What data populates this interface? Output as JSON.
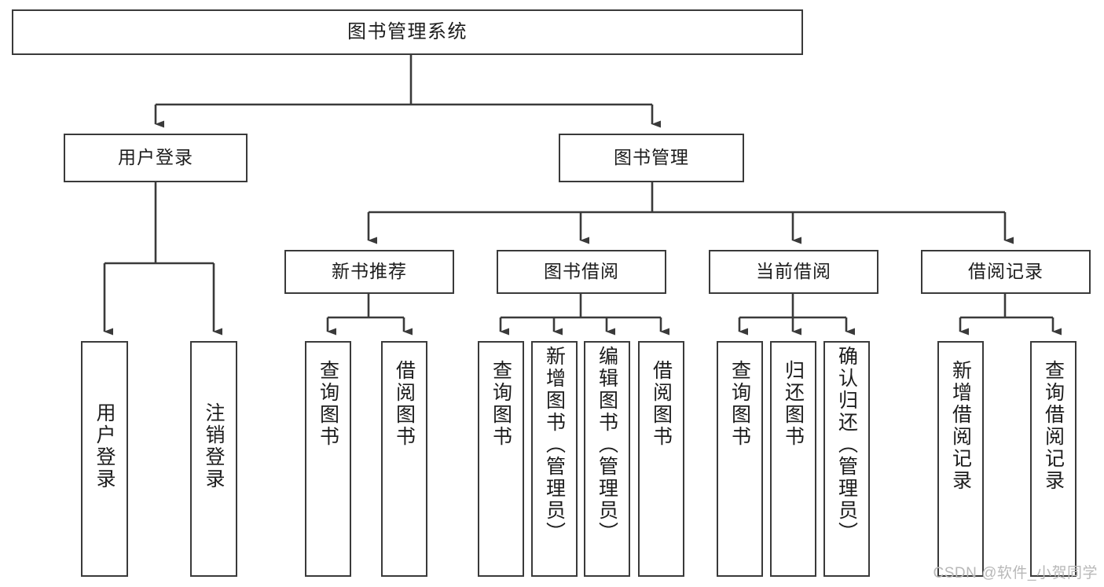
{
  "diagram": {
    "title": "图书管理系统",
    "watermark": "CSDN @软件_小贺同学",
    "colors": {
      "stroke": "#3a3a3a",
      "fill": "#ffffff",
      "text": "#1c1c1c",
      "watermark": "#b8b8b8"
    },
    "root": {
      "label": "图书管理系统"
    },
    "level2": [
      {
        "label": "用户登录"
      },
      {
        "label": "图书管理"
      }
    ],
    "level3": [
      {
        "label": "新书推荐"
      },
      {
        "label": "图书借阅"
      },
      {
        "label": "当前借阅"
      },
      {
        "label": "借阅记录"
      }
    ],
    "leaves": {
      "user_login": [
        {
          "label": "用户登录"
        },
        {
          "label": "注销登录"
        }
      ],
      "new_book_recommend": [
        {
          "label": "查询图书"
        },
        {
          "label": "借阅图书"
        }
      ],
      "book_borrow": [
        {
          "label": "查询图书"
        },
        {
          "label": "新增图书（管理员）"
        },
        {
          "label": "编辑图书（管理员）"
        },
        {
          "label": "借阅图书"
        }
      ],
      "current_borrow": [
        {
          "label": "查询图书"
        },
        {
          "label": "归还图书"
        },
        {
          "label": "确认归还（管理员）"
        }
      ],
      "borrow_record": [
        {
          "label": "新增借阅记录"
        },
        {
          "label": "查询借阅记录"
        }
      ]
    }
  }
}
